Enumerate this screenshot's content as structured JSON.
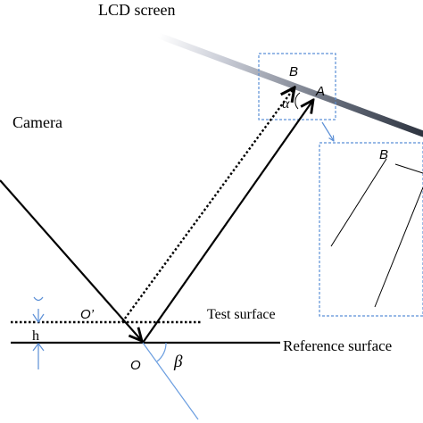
{
  "labels": {
    "lcd_screen": "LCD screen",
    "camera": "Camera",
    "test_surface": "Test surface",
    "reference_surface": "Reference surface",
    "point_b": "B",
    "point_a": "A",
    "angle_alpha": "α",
    "point_o_prime": "O’",
    "point_o": "O",
    "angle_beta": "β",
    "height_h": "h",
    "inset_point_b": "B"
  },
  "colors": {
    "line": "#000000",
    "inset_border": "#5b8fd6",
    "normal_line": "#6b9ee0",
    "screen_dark": "#3c4250",
    "screen_light": "#c9ccd6"
  }
}
